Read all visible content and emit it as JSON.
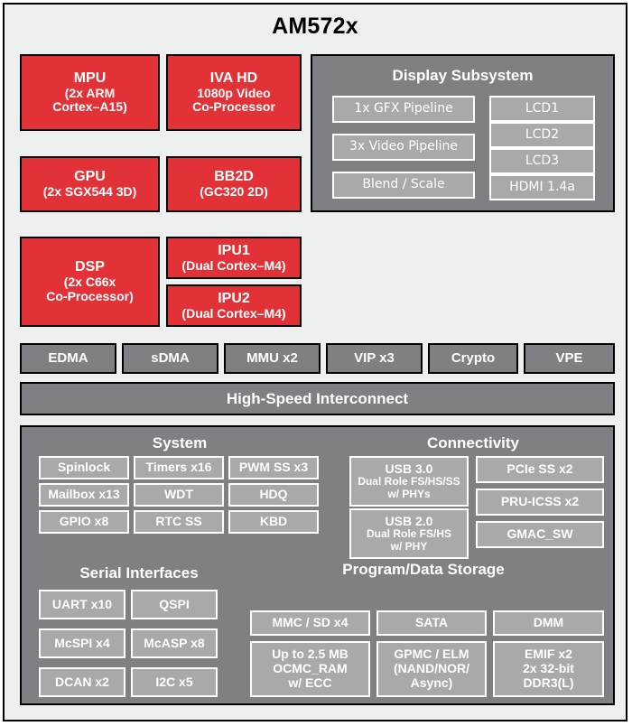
{
  "title": "AM572x",
  "colors": {
    "red": "#e23237",
    "gray_dark": "#7e8083",
    "gray_light": "#a8a9ab",
    "background": "#eef0f0",
    "text_light": "#ffffff",
    "border": "#000000"
  },
  "processors": {
    "mpu": {
      "name": "MPU",
      "line2": "(2x ARM",
      "line3": "Cortex–A15)"
    },
    "iva": {
      "name": "IVA HD",
      "line2": "1080p Video",
      "line3": "Co-Processor"
    },
    "gpu": {
      "name": "GPU",
      "line2": "(2x SGX544 3D)"
    },
    "bb2d": {
      "name": "BB2D",
      "line2": "(GC320 2D)"
    },
    "dsp": {
      "name": "DSP",
      "line2": "(2x C66x",
      "line3": "Co-Processor)"
    },
    "ipu1": {
      "name": "IPU1",
      "line2": "(Dual Cortex–M4)"
    },
    "ipu2": {
      "name": "IPU2",
      "line2": "(Dual Cortex–M4)"
    }
  },
  "display_subsystem": {
    "title": "Display Subsystem",
    "pipelines": [
      "1x GFX Pipeline",
      "3x Video Pipeline",
      "Blend / Scale"
    ],
    "outputs": [
      "LCD1",
      "LCD2",
      "LCD3",
      "HDMI 1.4a"
    ]
  },
  "accelerator_row": [
    "EDMA",
    "sDMA",
    "MMU x2",
    "VIP x3",
    "Crypto",
    "VPE"
  ],
  "interconnect": "High-Speed Interconnect",
  "system": {
    "title": "System",
    "items": [
      "Spinlock",
      "Timers x16",
      "PWM SS x3",
      "Mailbox x13",
      "WDT",
      "HDQ",
      "GPIO x8",
      "RTC SS",
      "KBD"
    ]
  },
  "connectivity": {
    "title": "Connectivity",
    "usb3": {
      "name": "USB 3.0",
      "line2": "Dual Role FS/HS/SS",
      "line3": "w/ PHYs"
    },
    "usb2": {
      "name": "USB 2.0",
      "line2": "Dual Role FS/HS",
      "line3": "w/ PHY"
    },
    "items": [
      "PCIe SS x2",
      "PRU-ICSS x2",
      "GMAC_SW"
    ]
  },
  "serial_interfaces": {
    "title": "Serial Interfaces",
    "items": [
      "UART x10",
      "QSPI",
      "McSPI x4",
      "McASP x8",
      "DCAN x2",
      "I2C x5"
    ]
  },
  "storage": {
    "title": "Program/Data Storage",
    "row1": [
      "MMC / SD x4",
      "SATA",
      "DMM"
    ],
    "ocmc": {
      "line1": "Up to 2.5 MB",
      "line2": "OCMC_RAM",
      "line3": "w/ ECC"
    },
    "gpmc": {
      "line1": "GPMC / ELM",
      "line2": "(NAND/NOR/",
      "line3": "Async)"
    },
    "emif": {
      "line1": "EMIF x2",
      "line2": "2x 32-bit",
      "line3": "DDR3(L)"
    }
  }
}
